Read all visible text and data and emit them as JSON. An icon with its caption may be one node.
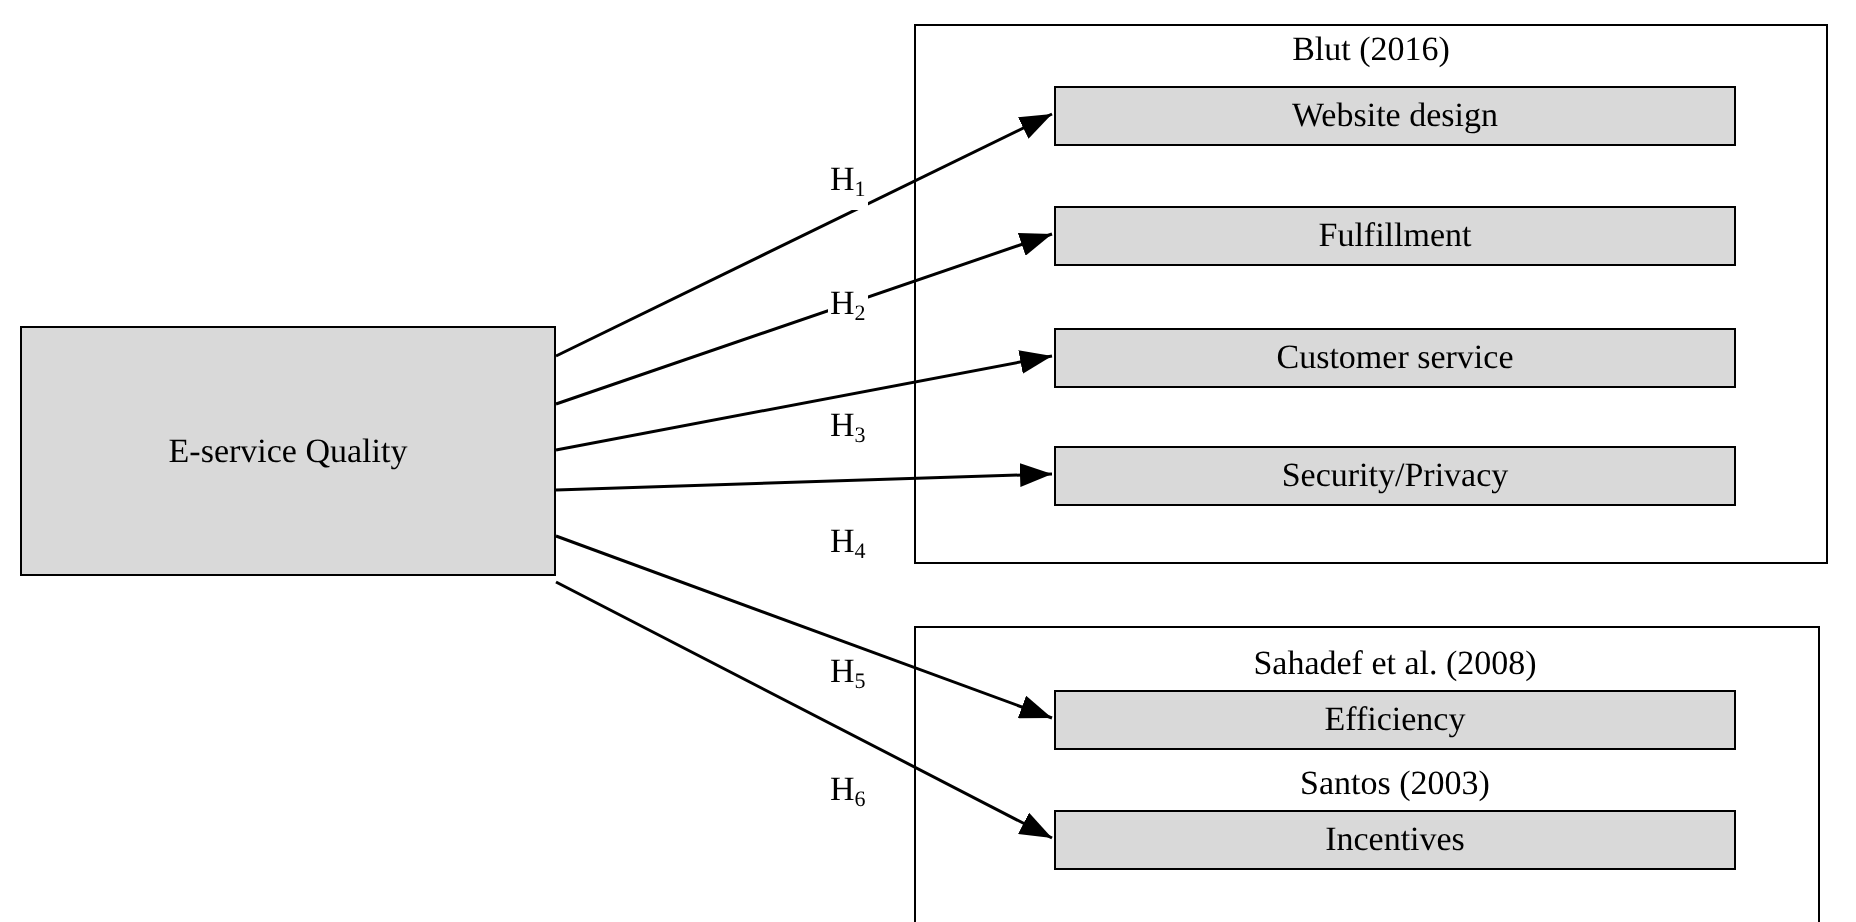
{
  "diagram": {
    "nodes": [
      {
        "text": [
          "E-service Quality"
        ]
      },
      {
        "text": [
          "Blut (2016)"
        ]
      },
      {
        "text": [
          "Website design"
        ],
        "in": 1
      },
      {
        "text": [
          "Fulfillment"
        ],
        "in": 1
      },
      {
        "text": [
          "Customer service"
        ],
        "in": 1
      },
      {
        "text": [
          "Security/Privacy"
        ],
        "in": 1
      },
      {
        "text": [],
        "shape": "box"
      },
      {
        "text": [
          "Efficiency"
        ],
        "in": 6,
        "beside": [
          "Sahadef et al. (2008)"
        ]
      },
      {
        "text": [
          "Incentives"
        ],
        "in": 6,
        "beside": [
          "Santos (2003)"
        ]
      }
    ],
    "edges": [
      {
        "from": 0,
        "to": 2,
        "arrow": "to",
        "label": "H$_{1}$"
      },
      {
        "from": 0,
        "to": 3,
        "arrow": "to",
        "label": "H$_{2}$"
      },
      {
        "from": 0,
        "to": 4,
        "arrow": "to",
        "label": "H$_{3}$"
      },
      {
        "from": 0,
        "to": 5,
        "arrow": "to",
        "label": "H$_{4}$"
      },
      {
        "from": 0,
        "to": 7,
        "arrow": "to",
        "label": "H$_{5}$"
      },
      {
        "from": 0,
        "to": 8,
        "arrow": "to",
        "label": "H$_{6}$"
      }
    ]
  }
}
